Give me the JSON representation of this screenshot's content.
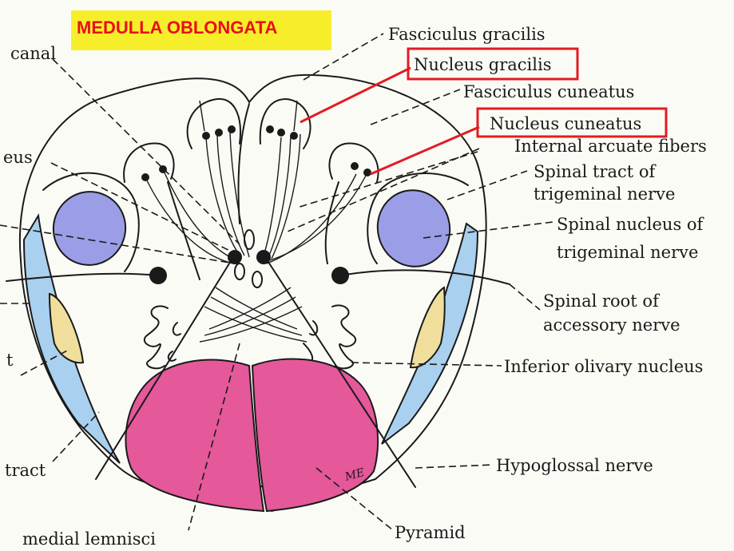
{
  "title": "MEDULLA OBLONGATA",
  "colors": {
    "title_text": "#e8101a",
    "title_bg": "#f6ee2a",
    "highlight_box": "#e31b23",
    "trigeminal_nucleus": "#9b9ee6",
    "spinal_tract_band": "#a9d0ee",
    "yellow_region": "#f0de9c",
    "pyramid": "#e5589a"
  },
  "labels": {
    "fasciculus_gracilis": "Fasciculus gracilis",
    "nucleus_gracilis": "Nucleus gracilis",
    "fasciculus_cuneatus": "Fasciculus cuneatus",
    "nucleus_cuneatus": "Nucleus cuneatus",
    "internal_arcuate": "Internal arcuate fibers",
    "spinal_tract_1": "Spinal tract of",
    "spinal_tract_2": "trigeminal nerve",
    "spinal_nucleus_1": "Spinal nucleus of",
    "spinal_nucleus_2": "trigeminal nerve",
    "spinal_root_1": "Spinal root of",
    "spinal_root_2": "accessory nerve",
    "inferior_olivary": "Inferior olivary nucleus",
    "hypoglossal": "Hypoglossal nerve",
    "pyramid": "Pyramid",
    "medial_lemnisci": "medial lemnisci",
    "canal": "canal",
    "left_eus": "eus",
    "left_t": "t",
    "left_tract": "tract",
    "signature": "ME"
  }
}
